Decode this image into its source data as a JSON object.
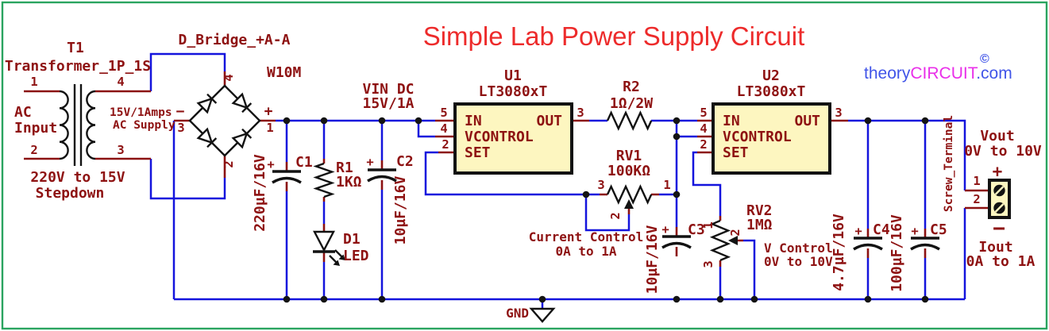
{
  "title": "Simple Lab Power Supply Circuit",
  "logo": {
    "copyright": "©",
    "part1": "theory",
    "part2": "CIRCUIT",
    "part3": ".com"
  },
  "colors": {
    "border": "#2aa45f",
    "wire": "#1414dd",
    "pin": "#8b1111",
    "label": "#8e1212",
    "title": "#ed2b2b",
    "icfill": "#fdf6c0",
    "logoblue": "#4155e8",
    "logomag": "#e92fe9"
  },
  "transformer": {
    "ref": "T1",
    "value": "Transformer_1P_1S",
    "pin1": "1",
    "pin2": "2",
    "pin3": "3",
    "pin4": "4",
    "label_ac1": "AC",
    "label_ac2": "Input",
    "label_sec1": "15V/1Amps",
    "label_sec2": "AC Supply",
    "label_step1": "220V to 15V",
    "label_step2": "Stepdown"
  },
  "bridge": {
    "name": "D_Bridge_+A-A",
    "value": "W10M",
    "plus": "+",
    "minus": "−",
    "pin1": "1",
    "pin2": "2",
    "pin3": "3",
    "pin4": "4"
  },
  "vin": {
    "line1": "VIN DC",
    "line2": "15V/1A"
  },
  "u1": {
    "ref": "U1",
    "value": "LT3080xT",
    "in": "IN",
    "out": "OUT",
    "vcontrol": "VCONTROL",
    "set": "SET",
    "n_in": "5",
    "n_vcontrol": "4",
    "n_set": "2",
    "n_out": "3"
  },
  "u2": {
    "ref": "U2",
    "value": "LT3080xT",
    "in": "IN",
    "out": "OUT",
    "vcontrol": "VCONTROL",
    "set": "SET",
    "n_in": "5",
    "n_vcontrol": "4",
    "n_set": "2",
    "n_out": "3"
  },
  "r1": {
    "ref": "R1",
    "value": "1KΩ"
  },
  "r2": {
    "ref": "R2",
    "value": "1Ω/2W"
  },
  "rv1": {
    "ref": "RV1",
    "value": "100KΩ",
    "pin1": "1",
    "pin2": "2",
    "pin3": "3",
    "note1": "Current Control",
    "note2": "0A to 1A"
  },
  "rv2": {
    "ref": "RV2",
    "value": "1MΩ",
    "pin1": "1",
    "pin2": "2",
    "pin3": "3",
    "note1": "V Control",
    "note2": "0V to 10V"
  },
  "c1": {
    "ref": "C1",
    "value": "220µF/16V",
    "plus": "+"
  },
  "c2": {
    "ref": "C2",
    "value": "10µF/16V",
    "plus": "+"
  },
  "c3": {
    "ref": "C3",
    "value": "10µF/16V",
    "plus": "+"
  },
  "c4": {
    "ref": "C4",
    "value": "4.7µF/16V",
    "plus": "+"
  },
  "c5": {
    "ref": "C5",
    "value": "100µF/16V",
    "plus": "+"
  },
  "d1": {
    "ref": "D1",
    "value": "LED"
  },
  "gnd": {
    "label": "GND"
  },
  "output": {
    "terminal": "Screw_Terminal",
    "pin1": "1",
    "pin2": "2",
    "plus": "+",
    "minus": "−",
    "vout1": "Vout",
    "vout2": "0V to 10V",
    "iout1": "Iout",
    "iout2": "0A to 1A"
  }
}
